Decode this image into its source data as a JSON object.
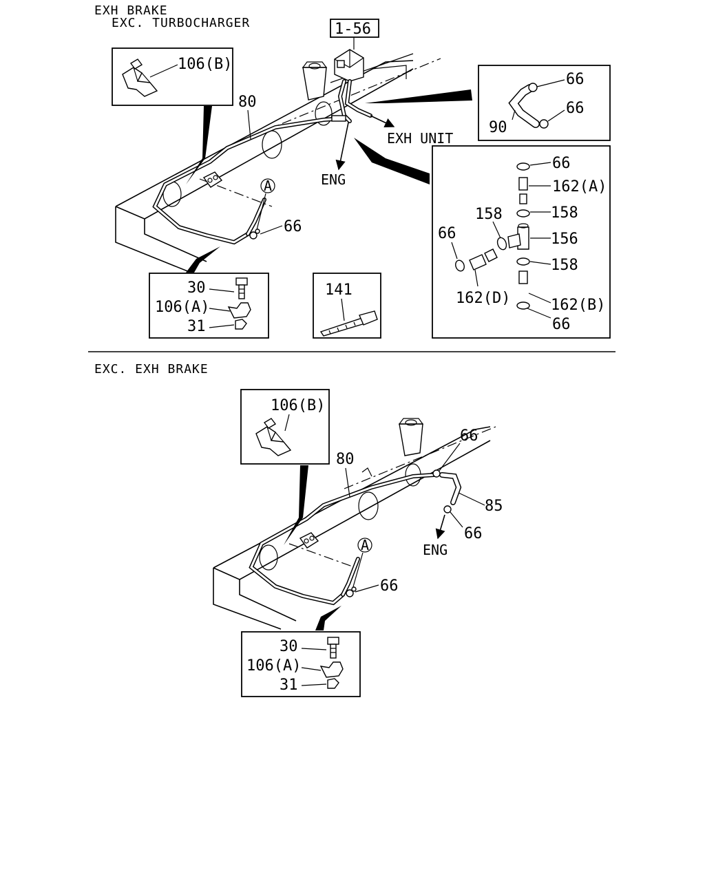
{
  "sections": [
    {
      "header_lines": [
        "EXH BRAKE",
        "EXC. TURBOCHARGER"
      ],
      "ref_box": "1-56",
      "labels": {
        "pipe": "80",
        "clip_b": "106(B)",
        "clamp_main": "66",
        "callout_a": "A",
        "dir_eng": "ENG",
        "dir_exh": "EXH UNIT",
        "bolt": "30",
        "clip_a": "106(A)",
        "nut": "31",
        "tie": "141"
      },
      "detail_upper": {
        "hose": "90",
        "clamp_1": "66",
        "clamp_2": "66"
      },
      "detail_joint": {
        "clamp_top": "66",
        "hose_a": "162(A)",
        "washer_top": "158",
        "washer_left": "158",
        "tee": "156",
        "washer_bottom": "158",
        "clamp_left": "66",
        "hose_d": "162(D)",
        "hose_b": "162(B)",
        "clamp_bottom": "66"
      }
    },
    {
      "header_lines": [
        "EXC. EXH BRAKE"
      ],
      "labels": {
        "clip_b": "106(B)",
        "pipe": "80",
        "clamp_top": "66",
        "hose": "85",
        "clamp_hose": "66",
        "dir_eng": "ENG",
        "callout_a": "A",
        "clamp_main": "66",
        "bolt": "30",
        "clip_a": "106(A)",
        "nut": "31"
      }
    }
  ]
}
